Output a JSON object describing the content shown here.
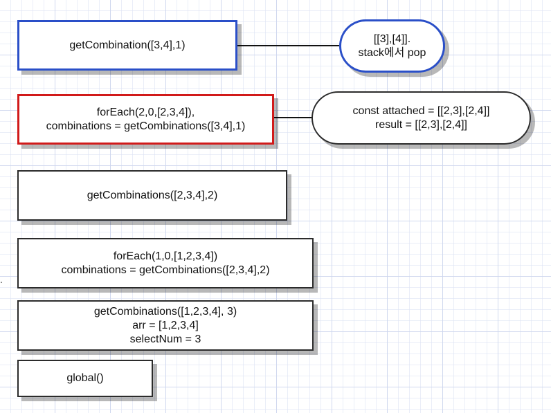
{
  "stack_frames": [
    {
      "lines": [
        "getCombination([3,4],1)"
      ]
    },
    {
      "lines": [
        "forEach(2,0,[2,3,4]),",
        "combinations = getCombinations([3,4],1)"
      ]
    },
    {
      "lines": [
        "getCombinations([2,3,4],2)"
      ]
    },
    {
      "lines": [
        "forEach(1,0,[1,2,3,4])",
        "combinations = getCombinations([2,3,4],2)"
      ]
    },
    {
      "lines": [
        "getCombinations([1,2,3,4], 3)",
        "arr = [1,2,3,4]",
        "selectNum = 3"
      ]
    },
    {
      "lines": [
        "global()"
      ]
    }
  ],
  "notes": {
    "pop": {
      "lines": [
        "[[3],[4]].",
        "stack에서 pop"
      ]
    },
    "attached": {
      "lines": [
        "const attached = [[2,3],[2,4]]",
        "result = [[2,3],[2,4]]"
      ]
    }
  },
  "stray_mark": ".",
  "colors": {
    "highlight_blue": "#2a4fc8",
    "highlight_red": "#d11a1a",
    "border_default": "#2b2b2b",
    "connector": "#111111"
  }
}
